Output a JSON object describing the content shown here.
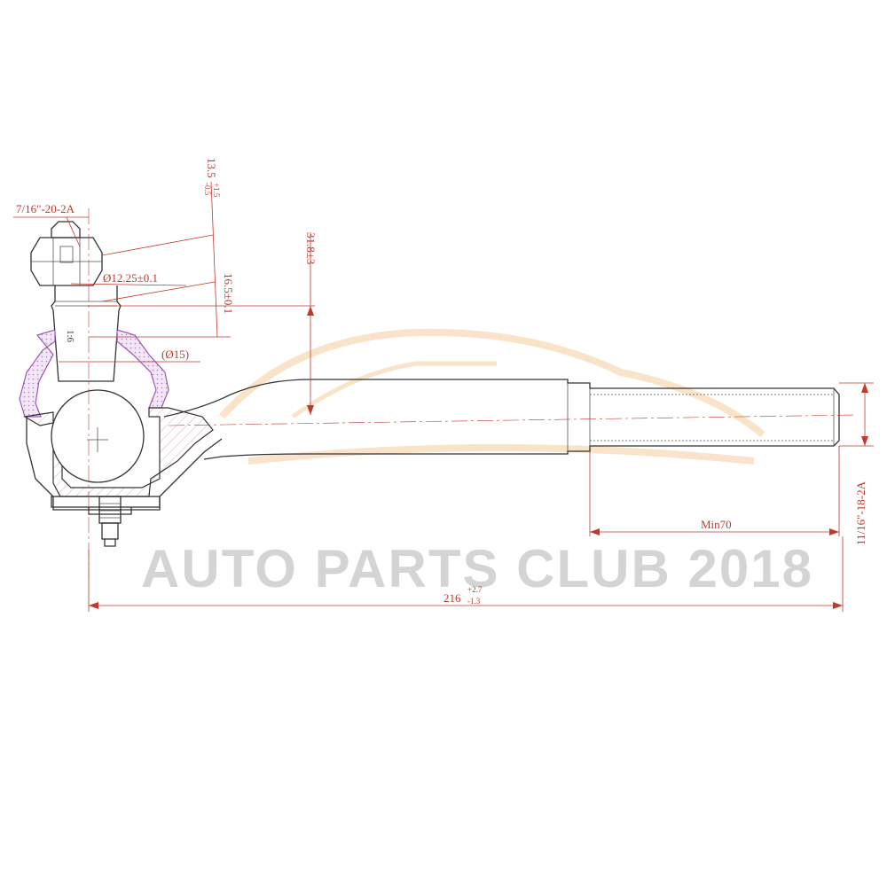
{
  "watermark": {
    "text": "AUTO PARTS CLUB 2018",
    "logo_color": "#f3c28a"
  },
  "dimensions": {
    "stud_thread": "7/16\"-20-2A",
    "castle_height": "13.5",
    "castle_height_tol_upper": "+1.5",
    "castle_height_tol_lower": "-0.5",
    "stud_diameter": "Ø12.25±0.1",
    "taper_length": "16.5±0.1",
    "taper_ratio": "1:6",
    "boot_diameter": "(Ø15)",
    "offset": "31.8±3",
    "min_thread_length": "Min70",
    "shank_thread": "11/16\"-18-2A",
    "overall_length": "216",
    "overall_length_tol_upper": "+2.7",
    "overall_length_tol_lower": "-1.3"
  },
  "colors": {
    "outline": "#333333",
    "dimension": "#c0392b",
    "boot": "#9b59b6",
    "section_hatch": "#c99aa4"
  }
}
